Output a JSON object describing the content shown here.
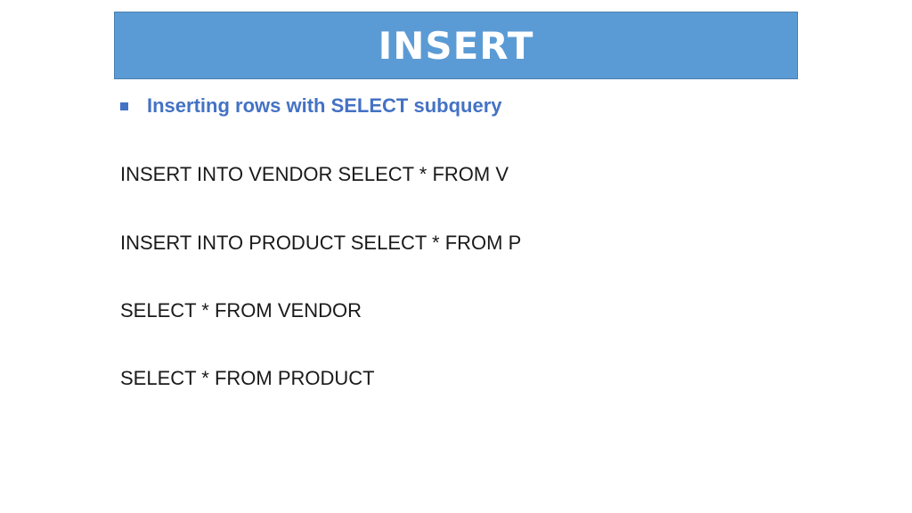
{
  "slide": {
    "title": "INSERT",
    "bullet": {
      "icon": "square-bullet-icon",
      "text": "Inserting rows with SELECT subquery"
    },
    "lines": [
      "INSERT INTO VENDOR SELECT * FROM V",
      "INSERT INTO PRODUCT SELECT * FROM P",
      "SELECT * FROM VENDOR",
      "SELECT * FROM PRODUCT"
    ]
  },
  "colors": {
    "title_bar": "#5b9bd5",
    "title_text": "#ffffff",
    "bullet_accent": "#4472c4",
    "body_text": "#1a1a1a"
  }
}
